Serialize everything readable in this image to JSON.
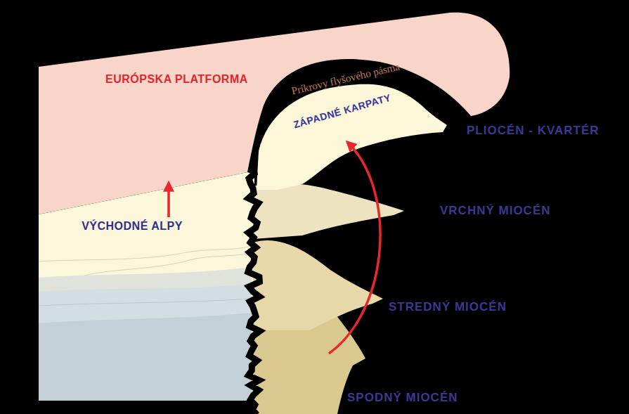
{
  "diagram": {
    "nodes": [
      {
        "text": [
          "EURÓPSKA PLATFORMA"
        ]
      },
      {
        "text": [
          "ZÁPADNÉ KARPATY"
        ]
      },
      {
        "text": [
          "VÝCHODNÉ ALPY"
        ]
      }
    ],
    "edges": [
      {
        "from": 2,
        "to": 0,
        "arrow": "to"
      }
    ],
    "labels": [
      "Príkrovy flyšového pásma",
      "PLIOCÉN - KVARTÉR",
      "VRCHNÝ MIOCÉN",
      "STREDNÝ MIOCÉN",
      "SPODNÝ MIOCÉN"
    ]
  }
}
